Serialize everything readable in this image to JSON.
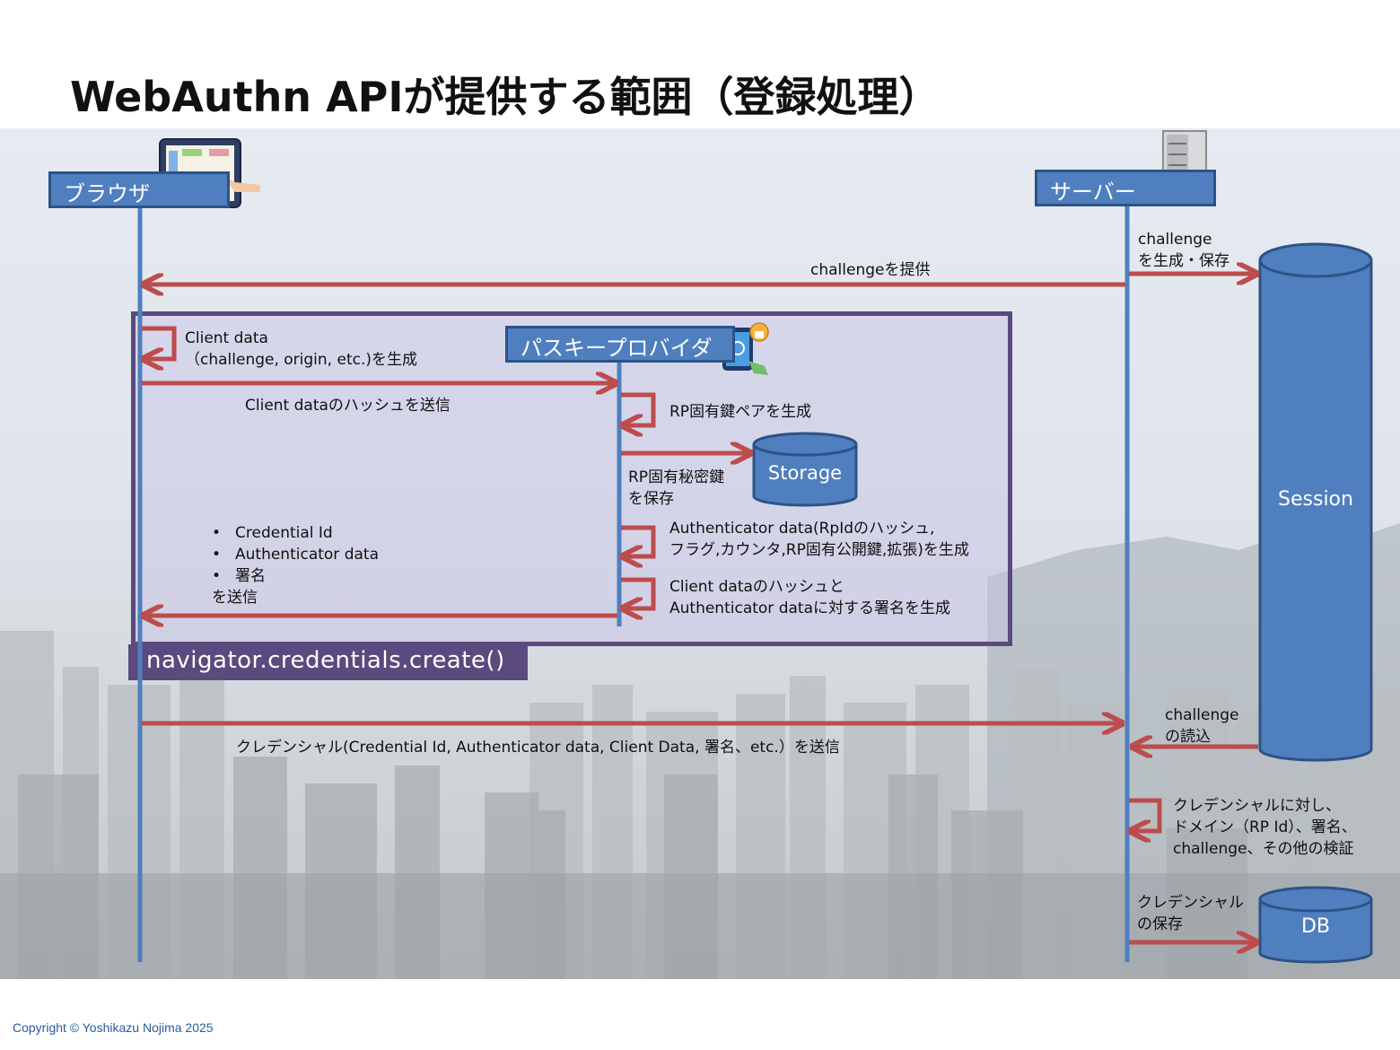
{
  "title": "WebAuthn APIが提供する範囲（登録処理）",
  "actors": {
    "browser": "ブラウザ",
    "server": "サーバー",
    "passkey_provider": "パスキープロバイダ"
  },
  "stores": {
    "session": "Session",
    "storage": "Storage",
    "db": "DB"
  },
  "api_call": "navigator.credentials.create()",
  "messages": {
    "challenge_generate": [
      "challenge",
      "を生成・保存"
    ],
    "challenge_provide": "challengeを提供",
    "client_data": [
      "Client data",
      "（challenge, origin, etc.)を生成"
    ],
    "client_data_hash_send": "Client dataのハッシュを送信",
    "rp_keypair": "RP固有鍵ペアを生成",
    "rp_private_save": [
      "RP固有秘密鍵",
      "を保存"
    ],
    "authenticator_data": [
      "Authenticator data(RpIdのハッシュ,",
      "フラグ,カウンタ,RP固有公開鍵,拡張)を生成"
    ],
    "signature": [
      "Client dataのハッシュと",
      "Authenticator dataに対する署名を生成"
    ],
    "return_items": [
      "Credential Id",
      "Authenticator data",
      "署名"
    ],
    "return_send": "を送信",
    "credential_send": "クレデンシャル(Credential Id, Authenticator data, Client Data, 署名、etc.）を送信",
    "challenge_read": [
      "challenge",
      "の読込"
    ],
    "verify": [
      "クレデンシャルに対し、",
      "ドメイン（RP Id）、署名、",
      "challenge、その他の検証"
    ],
    "credential_save": [
      "クレデンシャル",
      "の保存"
    ]
  },
  "copyright": "Copyright © Yoshikazu Nojima 2025",
  "colors": {
    "arrow": "#bd4c4c",
    "lifeline": "#4f7fbe",
    "purple": "#5b4a7e",
    "actor_fill": "#4f7fbe"
  }
}
